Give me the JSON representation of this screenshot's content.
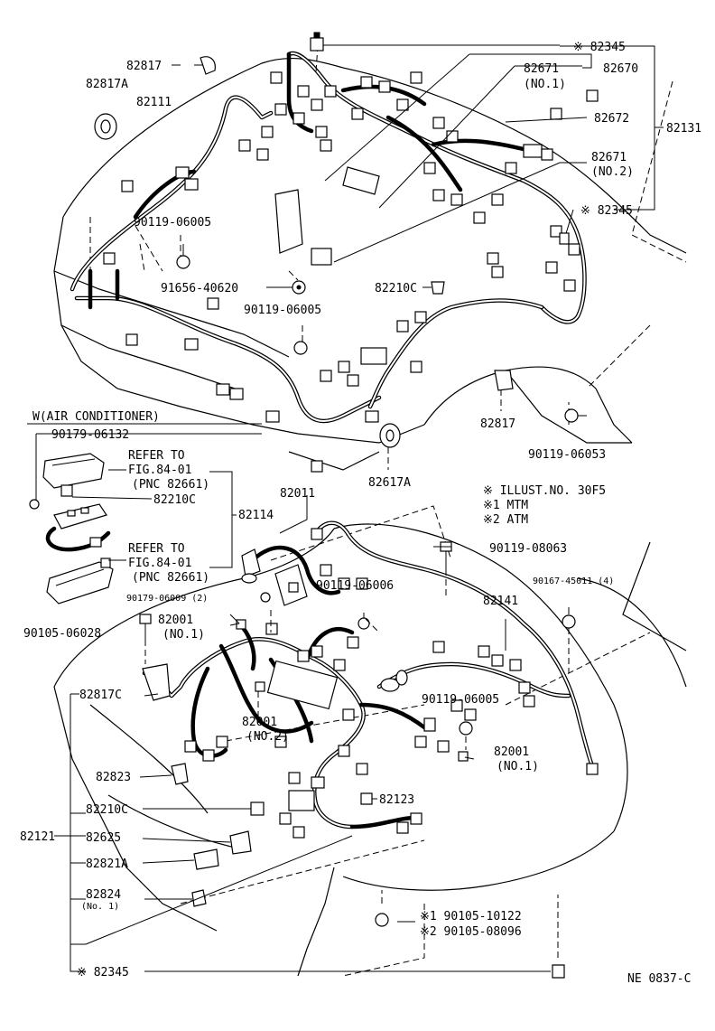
{
  "drawing_id": "NE 0837-C",
  "notes": {
    "legend_1": "※ ILLUST.NO. 30F5",
    "legend_2": "※1 MTM",
    "legend_3": "※2 ATM"
  },
  "section_title": "W(AIR CONDITIONER)",
  "refer_1": {
    "line1": "REFER TO",
    "line2": "FIG.84-01",
    "line3": "(PNC 82661)"
  },
  "refer_2": {
    "line1": "REFER TO",
    "line2": "FIG.84-01",
    "line3": "(PNC 82661)"
  },
  "labels": {
    "p82345_top": "※ 82345",
    "p82817_top": "82817",
    "p82817A_top": "82817A",
    "p82111": "82111",
    "p82671_no1": "82671",
    "p82671_no1_sub": "(NO.1)",
    "p82670": "82670",
    "p82672": "82672",
    "p82131": "82131",
    "p82671_no2": "82671",
    "p82671_no2_sub": "(NO.2)",
    "p82345_mid": "※ 82345",
    "p90119_06005_a": "90119-06005",
    "p91656": "91656-40620",
    "p82210C_top": "82210C",
    "p90119_06005_b": "90119-06005",
    "p82817_right": "82817",
    "p90119_06053": "90119-06053",
    "p82617A": "82617A",
    "p90179_06132": "90179-06132",
    "p82210C_ac": "82210C",
    "p82114": "82114",
    "p82011": "82011",
    "p90119_08063": "90119-08063",
    "p90167_45011": "90167-45011 (4)",
    "p90179_06009": "90179-06009 (2)",
    "p90119_06006": "90119-06006",
    "p82141": "82141",
    "p90105_06028": "90105-06028",
    "p82001_no1_a": "82001",
    "p82001_no1_a_sub": "(NO.1)",
    "p82817C": "82817C",
    "p82001_no2": "82001",
    "p82001_no2_sub": "(NO.2)",
    "p90119_06005_c": "90119-06005",
    "p82001_no1_b": "82001",
    "p82001_no1_b_sub": "(NO.1)",
    "p82823": "82823",
    "p82123": "82123",
    "p82210C_bot": "82210C",
    "p82121": "82121",
    "p82625": "82625",
    "p82821A": "82821A",
    "p82824": "82824",
    "p82824_sub": "(No. 1)",
    "p90105_10122": "※1  90105-10122",
    "p90105_08096": "※2  90105-08096",
    "p82345_bot": "※ 82345"
  }
}
